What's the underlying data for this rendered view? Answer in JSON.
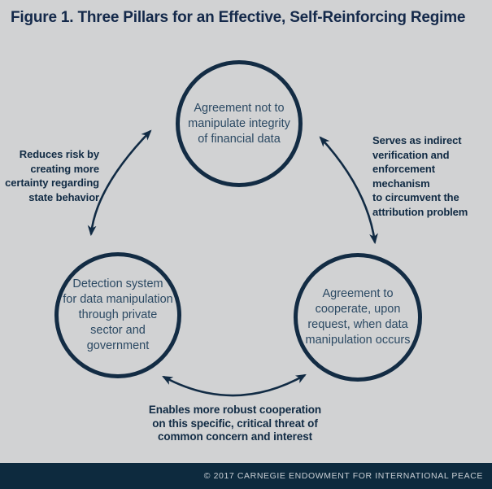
{
  "title": "Figure 1. Three Pillars for an Effective, Self-Reinforcing Regime",
  "nodes": {
    "top": {
      "label": "Agreement not to\nmanipulate integrity\nof financial data"
    },
    "bottom_left": {
      "label": "Detection system\nfor data manipulation\nthrough private\nsector and\ngovernment"
    },
    "bottom_right": {
      "label": "Agreement to\ncooperate, upon\nrequest, when data\nmanipulation occurs"
    }
  },
  "edges": {
    "left": {
      "label": "Reduces risk by\ncreating more\ncertainty regarding\nstate behavior"
    },
    "right": {
      "label": "Serves as indirect\nverification and\nenforcement mechanism\nto circumvent the\nattribution problem"
    },
    "bottom": {
      "label": "Enables more robust cooperation\non this specific, critical threat of\ncommon concern and interest"
    }
  },
  "footer": {
    "copyright": "© 2017 CARNEGIE ENDOWMENT FOR INTERNATIONAL PEACE"
  },
  "colors": {
    "background": "#d1d2d3",
    "ink_navy": "#112b44",
    "circle_text": "#2b4963",
    "footer_background": "#0d2a3e",
    "footer_text": "#c9cfd5"
  }
}
